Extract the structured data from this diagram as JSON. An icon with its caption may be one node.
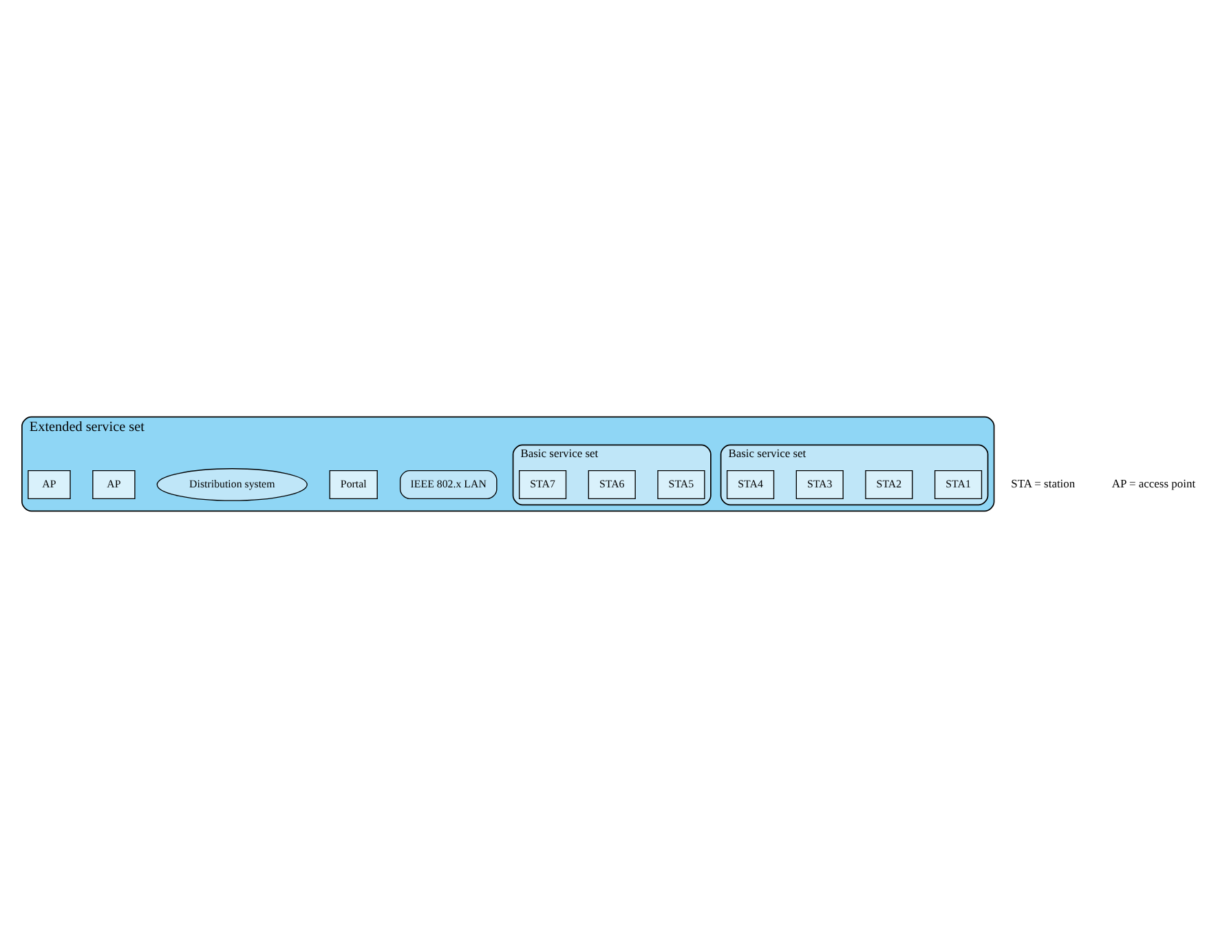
{
  "diagram": {
    "nodes": [
      {
        "text": [
          "Extended service set"
        ]
      },
      {
        "text": [
          "IEEE 802.x LAN"
        ],
        "in": 0
      },
      {
        "text": [
          "Portal"
        ],
        "in": 0
      },
      {
        "text": [
          "Distribution system"
        ],
        "in": 0
      },
      {
        "text": [
          "AP"
        ],
        "in": 0
      },
      {
        "text": [
          "Basic service set"
        ],
        "in": 0
      },
      {
        "text": [
          "STA1"
        ],
        "in": 5
      },
      {
        "text": [
          "STA2"
        ],
        "in": 5
      },
      {
        "text": [
          "STA3"
        ],
        "in": 5
      },
      {
        "text": [
          "STA4"
        ],
        "in": 5
      },
      {
        "text": [
          "AP"
        ],
        "in": 0
      },
      {
        "text": [
          "Basic service set"
        ],
        "in": 0
      },
      {
        "text": [
          "STA5"
        ],
        "in": 11
      },
      {
        "text": [
          "STA6"
        ],
        "in": 11
      },
      {
        "text": [
          "STA7"
        ],
        "in": 11
      }
    ],
    "edges": [],
    "labels": [
      "STA = station",
      "AP = access point"
    ]
  }
}
